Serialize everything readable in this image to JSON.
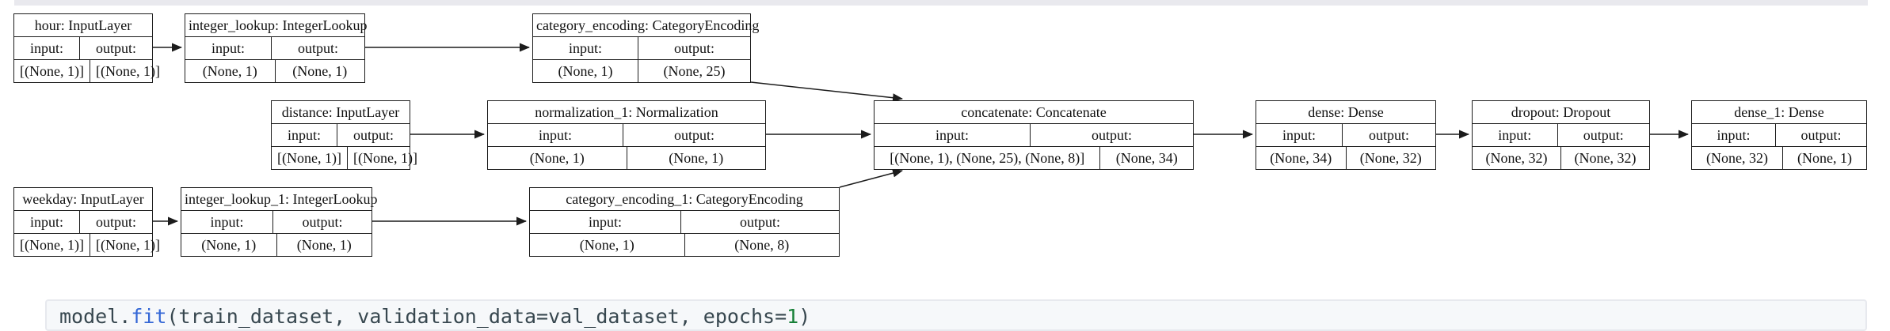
{
  "colors": {
    "box_border": "#1c1c1c",
    "top_strip": "#e9e9ee",
    "code_bg": "#f6f8fa",
    "code_border": "#e7e9ee",
    "code_text": "#37474f",
    "code_function": "#3467d6",
    "code_number": "#188038"
  },
  "diagram": {
    "nodes": [
      {
        "title": "hour: InputLayer",
        "input_label": "input:",
        "output_label": "output:",
        "input_shape": "[(None, 1)]",
        "output_shape": "[(None, 1)]"
      },
      {
        "title": "integer_lookup: IntegerLookup",
        "input_label": "input:",
        "output_label": "output:",
        "input_shape": "(None, 1)",
        "output_shape": "(None, 1)"
      },
      {
        "title": "category_encoding: CategoryEncoding",
        "input_label": "input:",
        "output_label": "output:",
        "input_shape": "(None, 1)",
        "output_shape": "(None, 25)"
      },
      {
        "title": "distance: InputLayer",
        "input_label": "input:",
        "output_label": "output:",
        "input_shape": "[(None, 1)]",
        "output_shape": "[(None, 1)]"
      },
      {
        "title": "normalization_1: Normalization",
        "input_label": "input:",
        "output_label": "output:",
        "input_shape": "(None, 1)",
        "output_shape": "(None, 1)"
      },
      {
        "title": "concatenate: Concatenate",
        "input_label": "input:",
        "output_label": "output:",
        "input_shape": "[(None, 1), (None, 25), (None, 8)]",
        "output_shape": "(None, 34)"
      },
      {
        "title": "dense: Dense",
        "input_label": "input:",
        "output_label": "output:",
        "input_shape": "(None, 34)",
        "output_shape": "(None, 32)"
      },
      {
        "title": "dropout: Dropout",
        "input_label": "input:",
        "output_label": "output:",
        "input_shape": "(None, 32)",
        "output_shape": "(None, 32)"
      },
      {
        "title": "dense_1: Dense",
        "input_label": "input:",
        "output_label": "output:",
        "input_shape": "(None, 32)",
        "output_shape": "(None, 1)"
      },
      {
        "title": "weekday: InputLayer",
        "input_label": "input:",
        "output_label": "output:",
        "input_shape": "[(None, 1)]",
        "output_shape": "[(None, 1)]"
      },
      {
        "title": "integer_lookup_1: IntegerLookup",
        "input_label": "input:",
        "output_label": "output:",
        "input_shape": "(None, 1)",
        "output_shape": "(None, 1)"
      },
      {
        "title": "category_encoding_1: CategoryEncoding",
        "input_label": "input:",
        "output_label": "output:",
        "input_shape": "(None, 1)",
        "output_shape": "(None, 8)"
      }
    ],
    "edges": [
      {
        "from": "hour",
        "to": "integer_lookup"
      },
      {
        "from": "integer_lookup",
        "to": "category_encoding"
      },
      {
        "from": "category_encoding",
        "to": "concatenate"
      },
      {
        "from": "distance",
        "to": "normalization_1"
      },
      {
        "from": "normalization_1",
        "to": "concatenate"
      },
      {
        "from": "weekday",
        "to": "integer_lookup_1"
      },
      {
        "from": "integer_lookup_1",
        "to": "category_encoding_1"
      },
      {
        "from": "category_encoding_1",
        "to": "concatenate"
      },
      {
        "from": "concatenate",
        "to": "dense"
      },
      {
        "from": "dense",
        "to": "dropout"
      },
      {
        "from": "dropout",
        "to": "dense_1"
      }
    ]
  },
  "code_cell": {
    "tokens": [
      {
        "text": "model."
      },
      {
        "text": "fit"
      },
      {
        "text": "(train_dataset, validation_data=val_dataset, epochs="
      },
      {
        "text": "1"
      },
      {
        "text": ")"
      }
    ]
  }
}
